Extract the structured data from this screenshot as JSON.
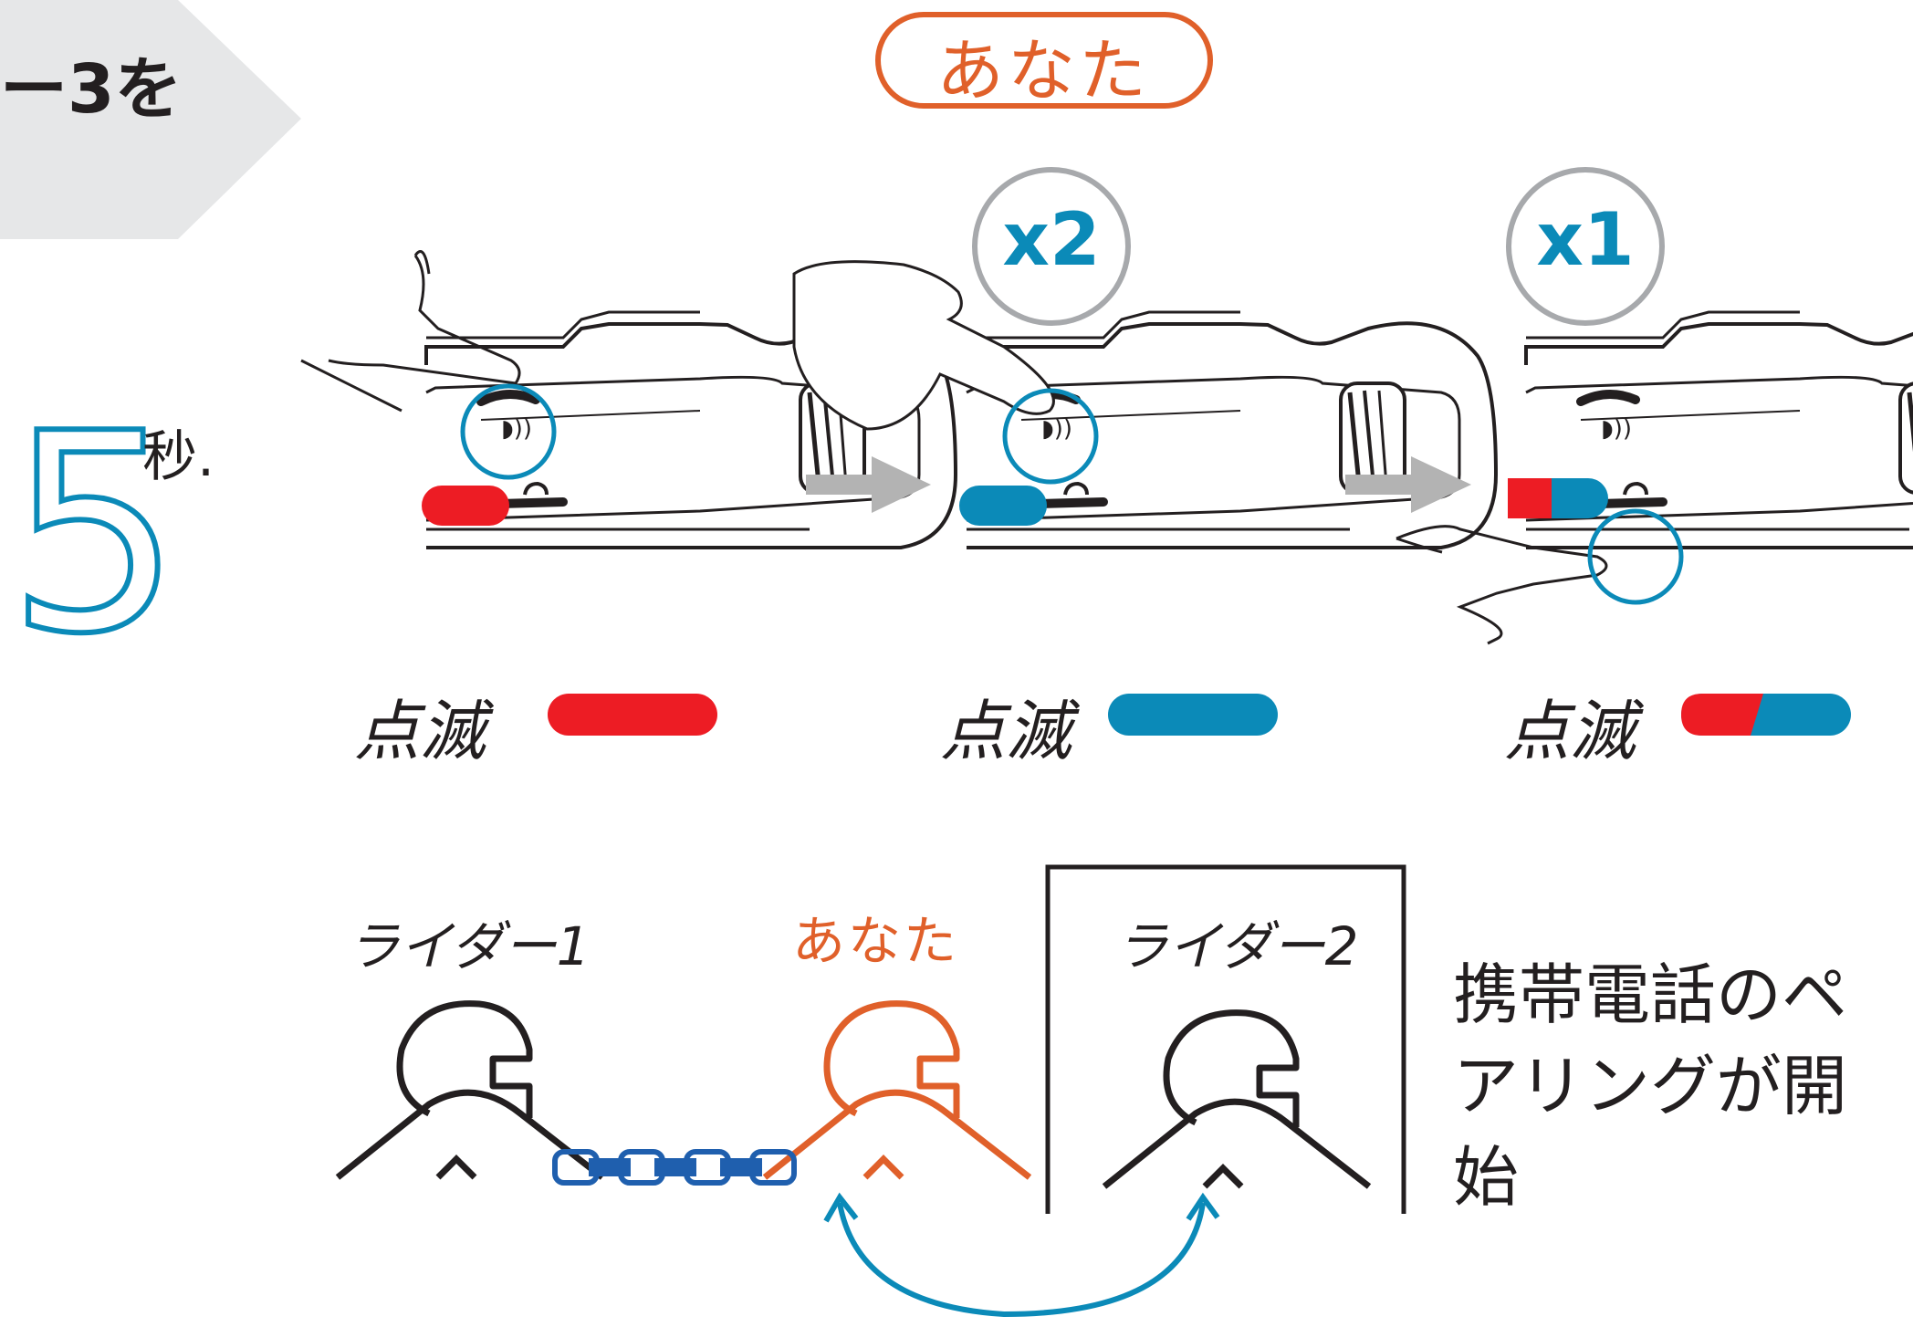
{
  "step_tab": {
    "text": "ー3を",
    "color": "#e6e7e8"
  },
  "you_label_top": "あなた",
  "press_counts": [
    "x2",
    "x1"
  ],
  "hold": {
    "number": "5",
    "unit": "秒."
  },
  "blink_labels": [
    "点滅",
    "点滅",
    "点滅"
  ],
  "led_states": [
    "red",
    "blue",
    "red-blue"
  ],
  "riders": {
    "rider1": "ライダー1",
    "you": "あなた",
    "rider2": "ライダー2"
  },
  "result_text": "携帯電話のペアリングが開始",
  "colors": {
    "accent_blue": "#0b8ab8",
    "chain_blue": "#1f5fae",
    "led_red": "#ed1c24",
    "led_blue": "#0b8ab8",
    "you_orange": "#e0602a",
    "arrow_gray": "#b3b3b3",
    "circle_gray": "#a7a9ac",
    "line_black": "#231f20"
  },
  "icons": [
    "hand-press-icon",
    "headset-device-icon",
    "arrow-right-icon",
    "helmet-rider-icon",
    "chain-link-icon",
    "double-arrow-icon"
  ]
}
